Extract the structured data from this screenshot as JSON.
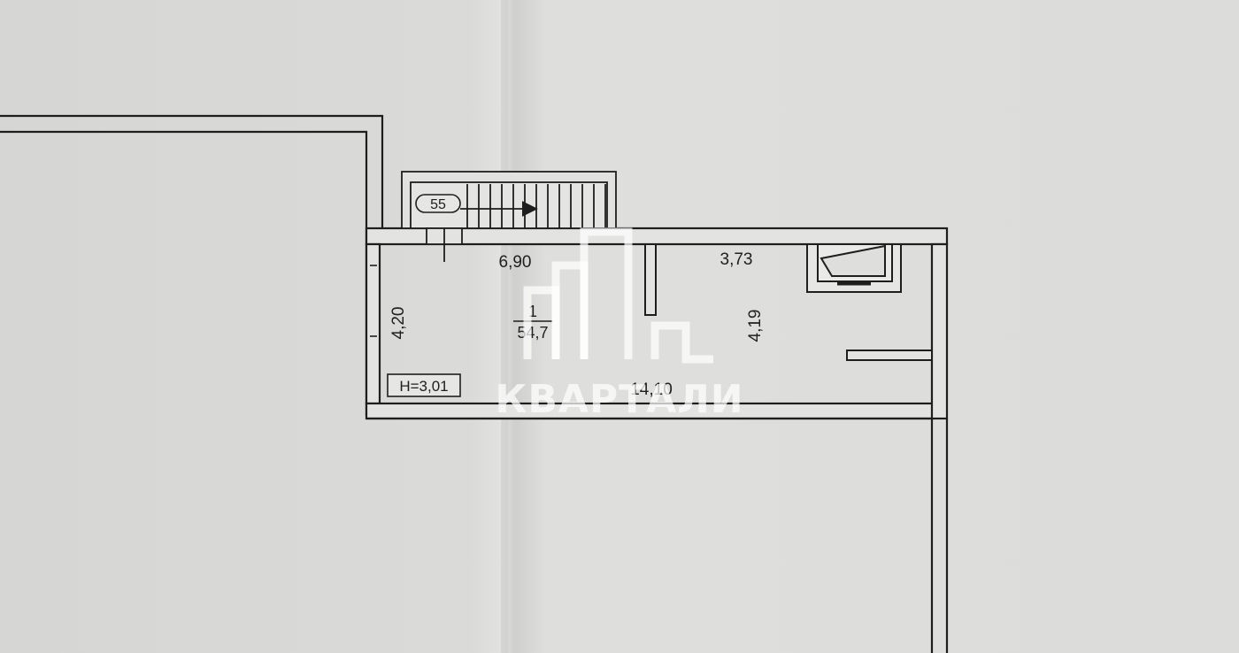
{
  "floor_plan": {
    "dimensions": {
      "main_room_width": "6,90",
      "side_room_width": "3,73",
      "left_wall_height": "4,20",
      "right_room_height": "4,19",
      "total_length": "14,10"
    },
    "room": {
      "number": "1",
      "area": "54,7"
    },
    "ceiling_height": "H=3,01",
    "stair_number": "55"
  },
  "watermark": {
    "text": "КВАРТАЛИ"
  },
  "colors": {
    "paper": "#d9d9d7",
    "paper_fold_light": "#e6e6e4",
    "line": "#1e1e1e",
    "wall_fill": "#e4e4e2",
    "watermark": "#ffffff"
  }
}
